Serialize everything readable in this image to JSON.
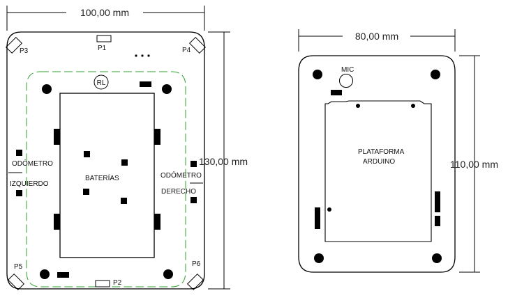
{
  "left_board": {
    "width_dim": "100,00 mm",
    "height_dim": "130,00 mm",
    "ports": [
      "P1",
      "P2",
      "P3",
      "P4",
      "P5",
      "P6"
    ],
    "relay": "RL",
    "battery_label": "BATERÍAS",
    "odometer_left": [
      "ODÓMETRO",
      "IZQUIERDO"
    ],
    "odometer_right": [
      "ODÓMETRO",
      "DERECHO"
    ],
    "keepout_color": "#2ea02e"
  },
  "right_board": {
    "width_dim": "80,00 mm",
    "height_dim": "110,00 mm",
    "mic_label": "MIC",
    "platform_label": [
      "PLATAFORMA",
      "ARDUINO"
    ]
  }
}
